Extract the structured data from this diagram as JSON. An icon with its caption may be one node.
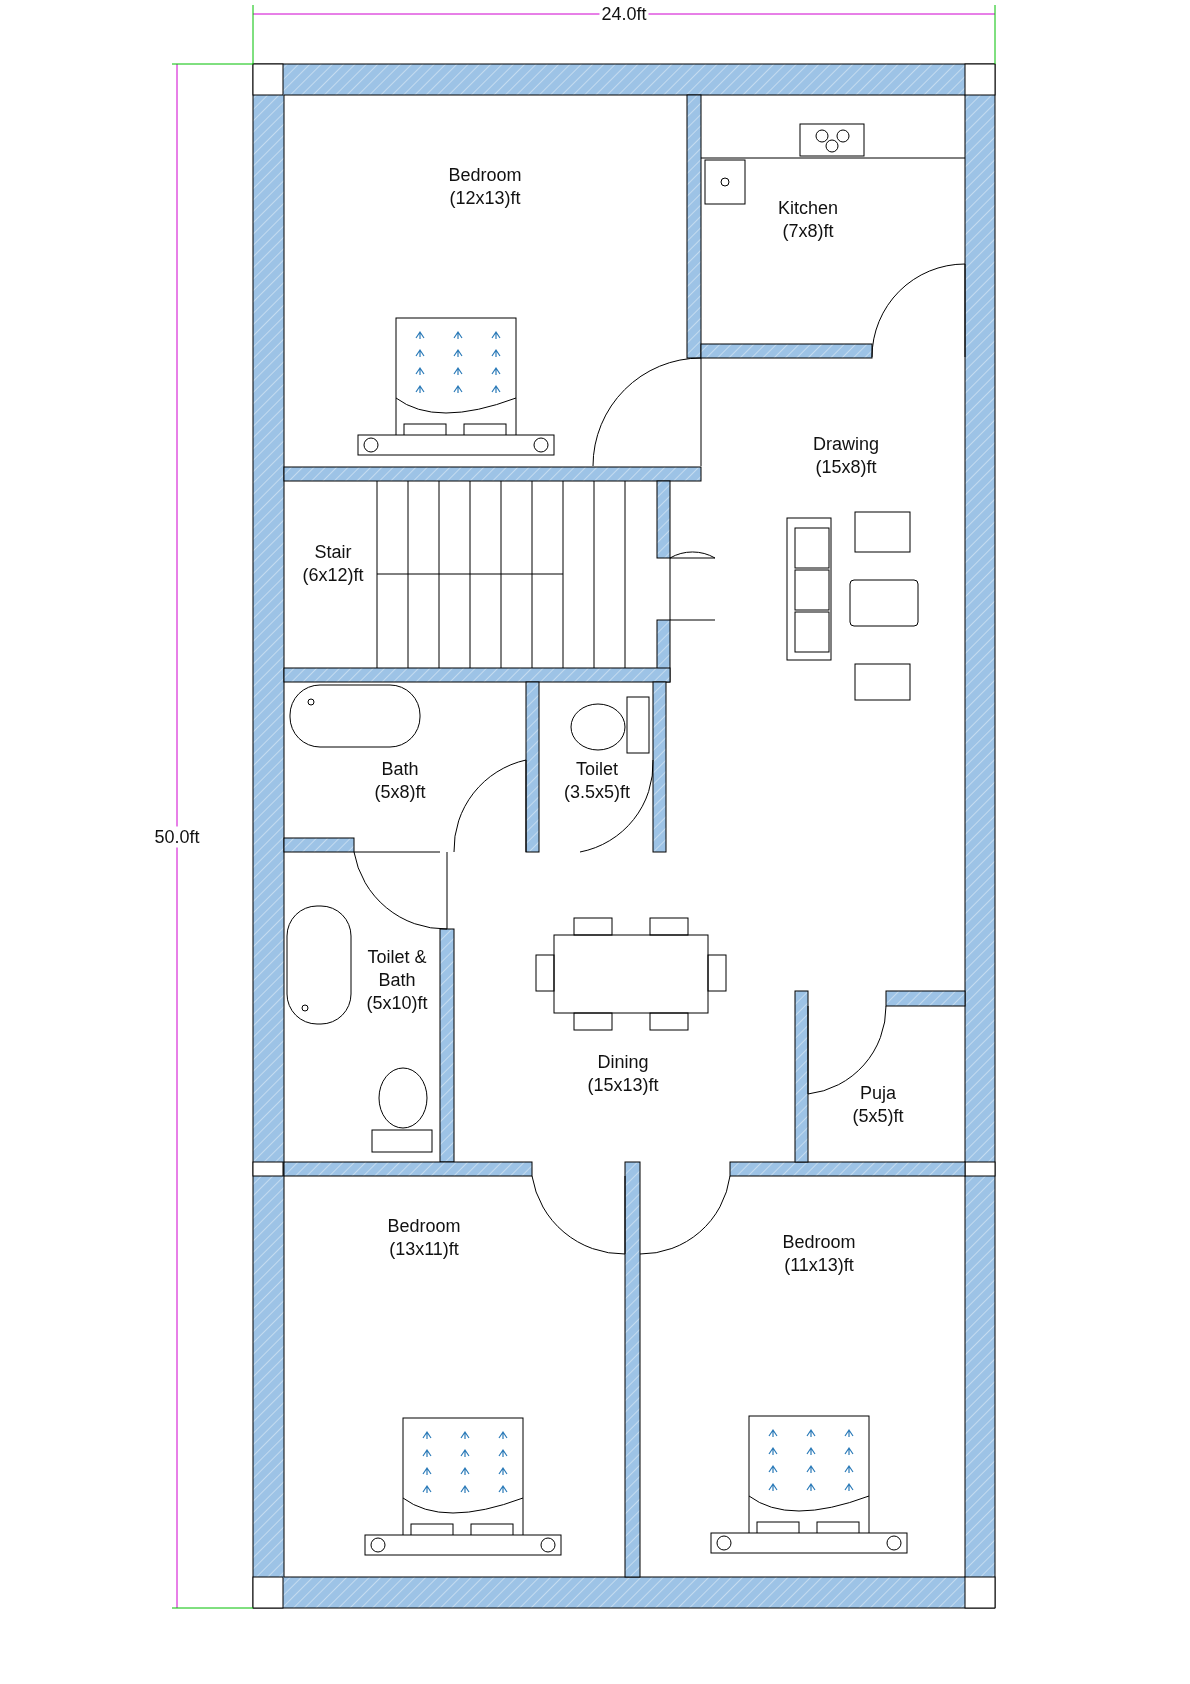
{
  "diagram": {
    "nodes": [
      {
        "text": [
          "Bedroom (12x13)ft"
        ]
      },
      {
        "text": [
          "Kitchen (7x8)ft"
        ]
      },
      {
        "text": [
          "Drawing (15x8)ft"
        ]
      },
      {
        "text": [
          "Stair (6x12)ft"
        ]
      },
      {
        "text": [
          "Bath (5x8)ft"
        ]
      },
      {
        "text": [
          "Toilet (3.5x5)ft"
        ]
      },
      {
        "text": [
          "Toilet & Bath (5x10)ft"
        ]
      },
      {
        "text": [
          "Dining (15x13)ft"
        ]
      },
      {
        "text": [
          "Puja (5x5)ft"
        ]
      },
      {
        "text": [
          "Bedroom (13x11)ft"
        ]
      },
      {
        "text": [
          "Bedroom (11x13)ft"
        ]
      }
    ],
    "labels": [
      "24.0ft",
      "50.0ft"
    ]
  }
}
